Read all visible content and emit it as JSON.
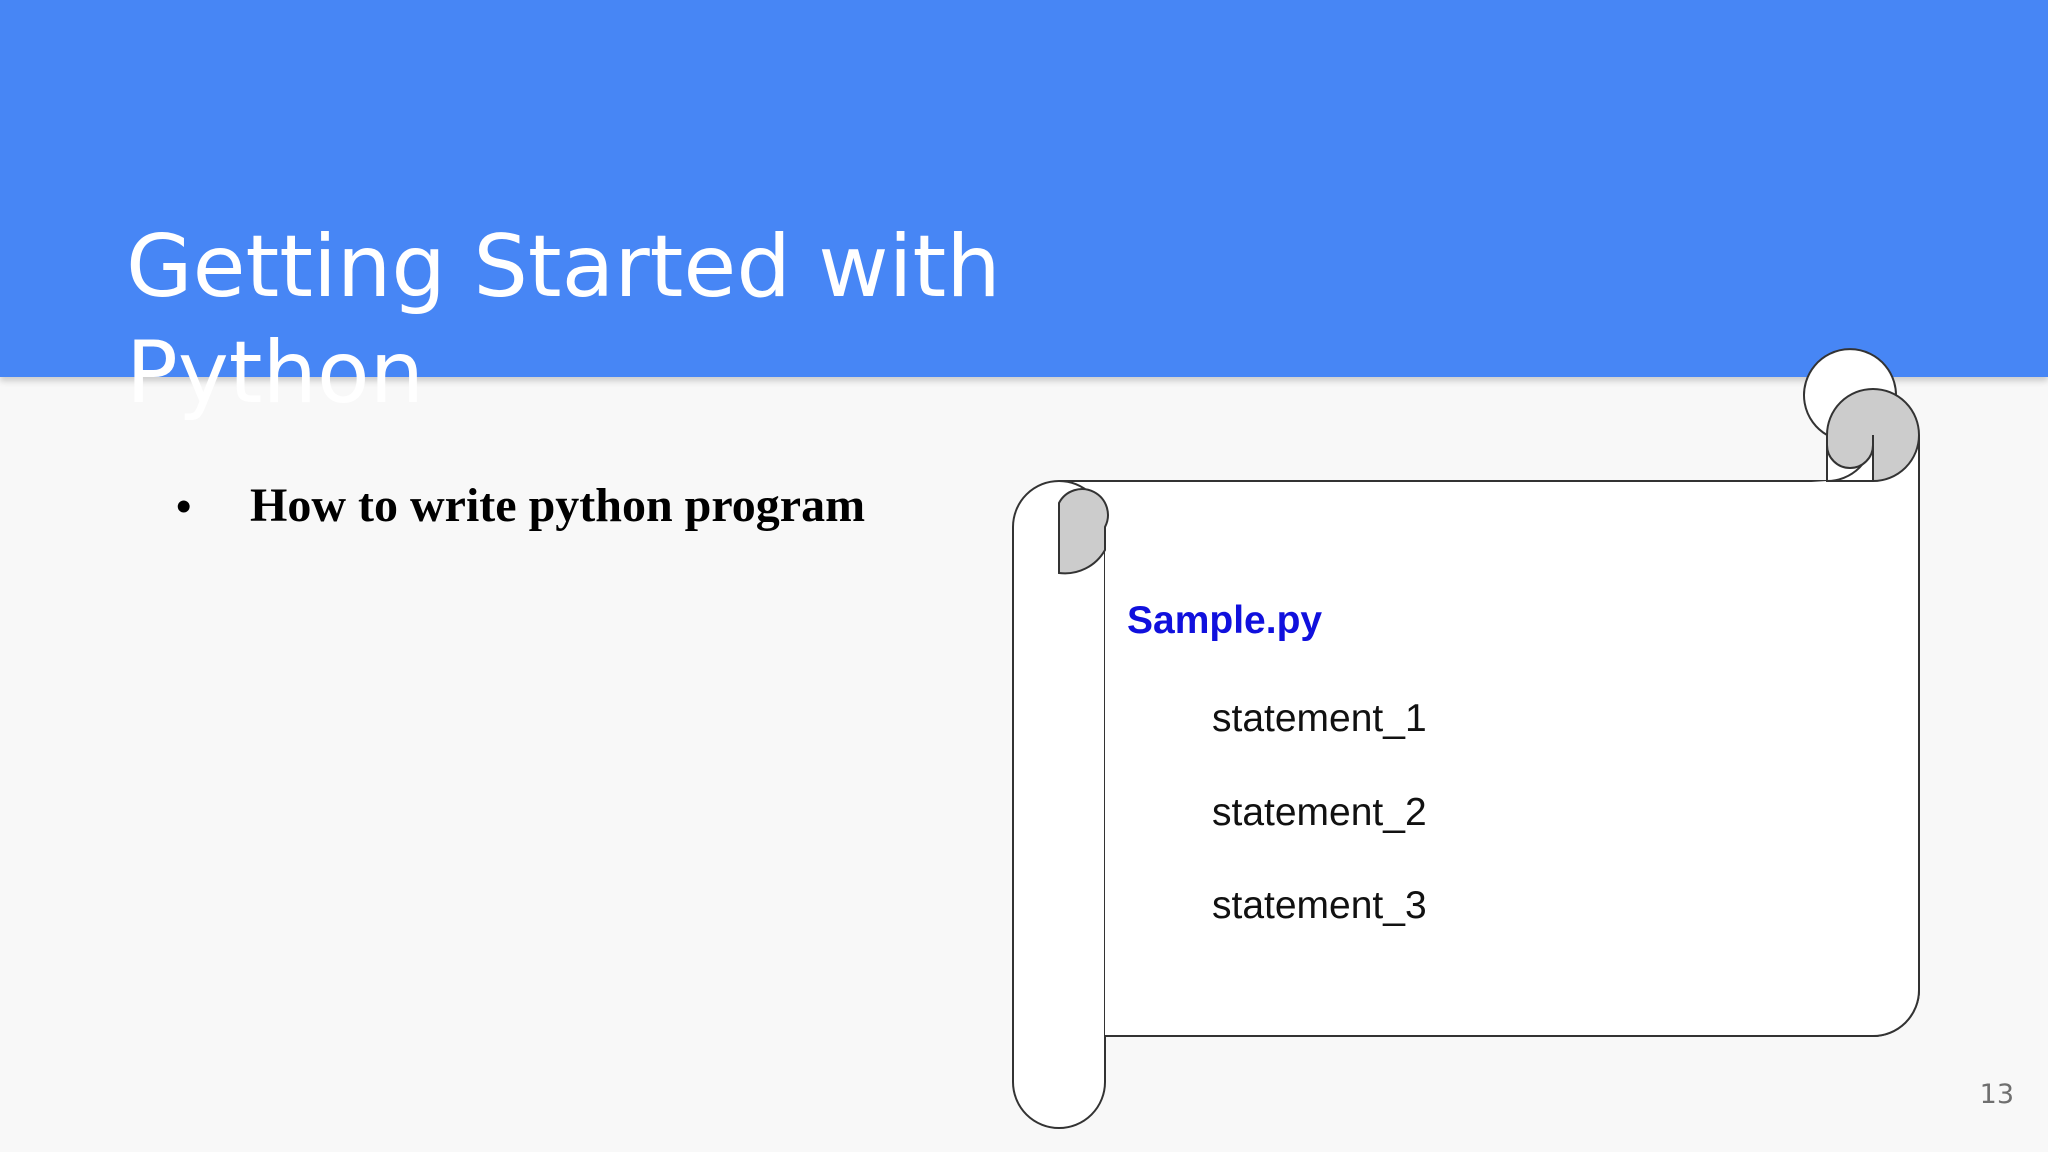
{
  "slide": {
    "title": "Getting Started with\nPython",
    "bullets": [
      {
        "text": "How to write python program"
      }
    ],
    "scroll": {
      "file_name": "Sample.py",
      "statements": [
        "statement_1",
        "statement_2",
        "statement_3"
      ]
    },
    "page_number": "13"
  },
  "colors": {
    "header_band": "#4786f5",
    "background": "#f8f8f8",
    "file_name": "#1010dd",
    "scroll_curl": "#cccccc"
  }
}
